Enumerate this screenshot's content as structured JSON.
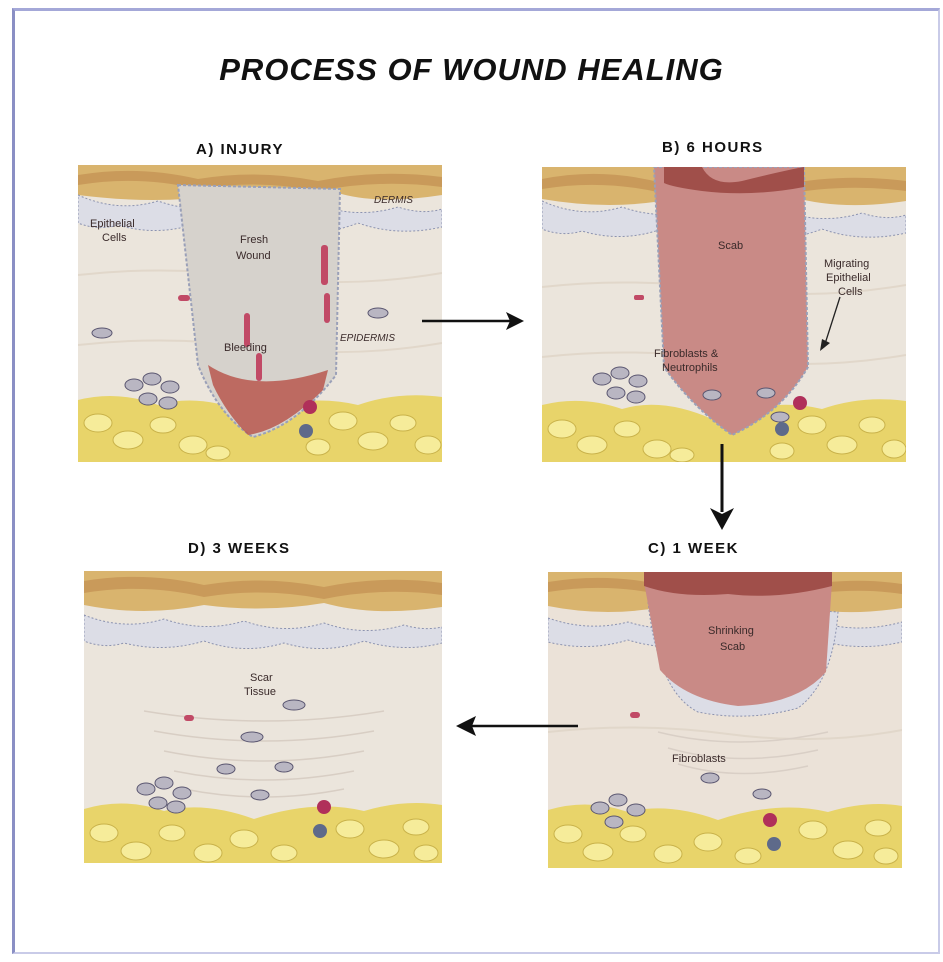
{
  "title": "PROCESS OF WOUND HEALING",
  "panels": {
    "a": {
      "heading": "A) INJURY",
      "labels": {
        "dermis": "DERMIS",
        "epithelial_1": "Epithelial",
        "epithelial_2": "Cells",
        "fresh_1": "Fresh",
        "fresh_2": "Wound",
        "bleeding": "Bleeding",
        "epidermis": "EPIDERMIS"
      }
    },
    "b": {
      "heading": "B) 6 HOURS",
      "labels": {
        "scab": "Scab",
        "migrating_1": "Migrating",
        "migrating_2": "Epithelial",
        "migrating_3": "Cells",
        "fibro_1": "Fibroblasts &",
        "fibro_2": "Neutrophils"
      }
    },
    "c": {
      "heading": "C) 1 WEEK",
      "labels": {
        "shrinking_1": "Shrinking",
        "shrinking_2": "Scab",
        "fibroblasts": "Fibroblasts"
      }
    },
    "d": {
      "heading": "D) 3 WEEKS",
      "labels": {
        "scar_1": "Scar",
        "scar_2": "Tissue"
      }
    }
  },
  "colors": {
    "epidermis_top": "#d9b46e",
    "dermis": "#ece6dc",
    "fat": "#e8d46a",
    "scab": "#c98a86",
    "wound": "#d8d0c8",
    "blood": "#b8385a",
    "border": "#8a8fc4"
  }
}
